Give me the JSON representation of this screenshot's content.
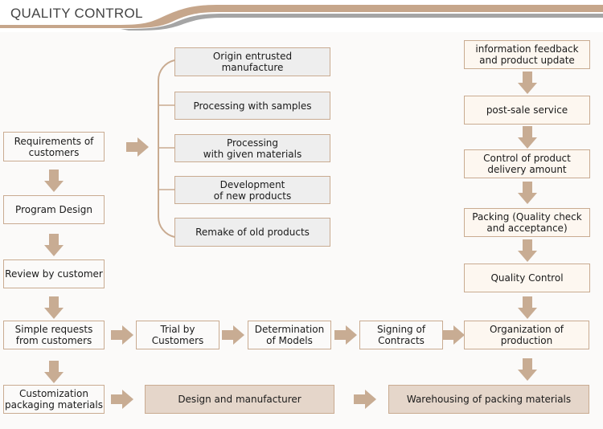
{
  "header": {
    "title": "QUALITY CONTROL"
  },
  "colors": {
    "accent_tan": "#c6a68b",
    "accent_gray": "#a5a5a5",
    "arrow": "#c8ac93",
    "box_border": "#c9ab91",
    "fill_gray": "#eeeeee",
    "fill_cream": "#fdf7f0",
    "fill_tan": "#e5d6ca"
  },
  "left_column": [
    "Requirements of\ncustomers",
    "Program Design",
    "Review by customer",
    "Simple requests\nfrom customers",
    "Customization\npackaging materials"
  ],
  "options": [
    "Origin entrusted\nmanufacture",
    "Processing with samples",
    "Processing\nwith given materials",
    "Development\nof new products",
    "Remake of old products"
  ],
  "middle_row": [
    "Trial by\nCustomers",
    "Determination\nof Models",
    "Signing of\nContracts"
  ],
  "right_column": [
    "information feedback\nand product update",
    "post-sale service",
    "Control of product\ndelivery amount",
    "Packing (Quality check\nand acceptance)",
    "Quality Control",
    "Organization of\nproduction"
  ],
  "bottom_row": [
    "Design and manufacturer",
    "Warehousing of packing materials"
  ]
}
